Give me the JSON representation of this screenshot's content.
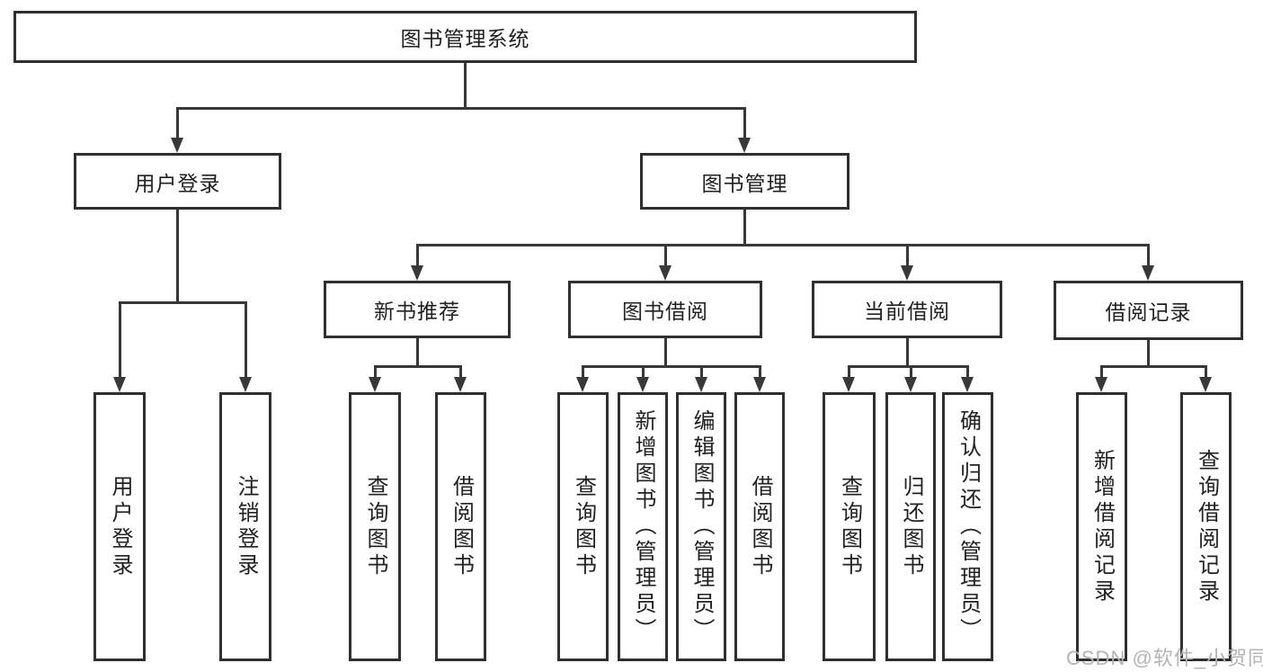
{
  "colors": {
    "background": "#ffffff",
    "box_border": "#2f2f2f",
    "connector_line": "#383838",
    "text": "#212121",
    "watermark_text": "#b4b4b4"
  },
  "diagram": {
    "root": {
      "label": "图书管理系统"
    },
    "level2": [
      {
        "label": "用户登录"
      },
      {
        "label": "图书管理"
      }
    ],
    "level3": [
      {
        "label": "新书推荐",
        "parent": "图书管理"
      },
      {
        "label": "图书借阅",
        "parent": "图书管理"
      },
      {
        "label": "当前借阅",
        "parent": "图书管理"
      },
      {
        "label": "借阅记录",
        "parent": "图书管理"
      }
    ],
    "leaves": [
      {
        "label": "用户登录",
        "parent": "用户登录"
      },
      {
        "label": "注销登录",
        "parent": "用户登录"
      },
      {
        "label": "查询图书",
        "parent": "新书推荐"
      },
      {
        "label": "借阅图书",
        "parent": "新书推荐"
      },
      {
        "label": "查询图书",
        "parent": "图书借阅"
      },
      {
        "label": "新增图书（管理员）",
        "parent": "图书借阅"
      },
      {
        "label": "编辑图书（管理员）",
        "parent": "图书借阅"
      },
      {
        "label": "借阅图书",
        "parent": "图书借阅"
      },
      {
        "label": "查询图书",
        "parent": "当前借阅"
      },
      {
        "label": "归还图书",
        "parent": "当前借阅"
      },
      {
        "label": "确认归还（管理员）",
        "parent": "当前借阅"
      },
      {
        "label": "新增借阅记录",
        "parent": "借阅记录"
      },
      {
        "label": "查询借阅记录",
        "parent": "借阅记录"
      }
    ]
  },
  "watermark": {
    "text": "CSDN @软件_小贺同学"
  }
}
